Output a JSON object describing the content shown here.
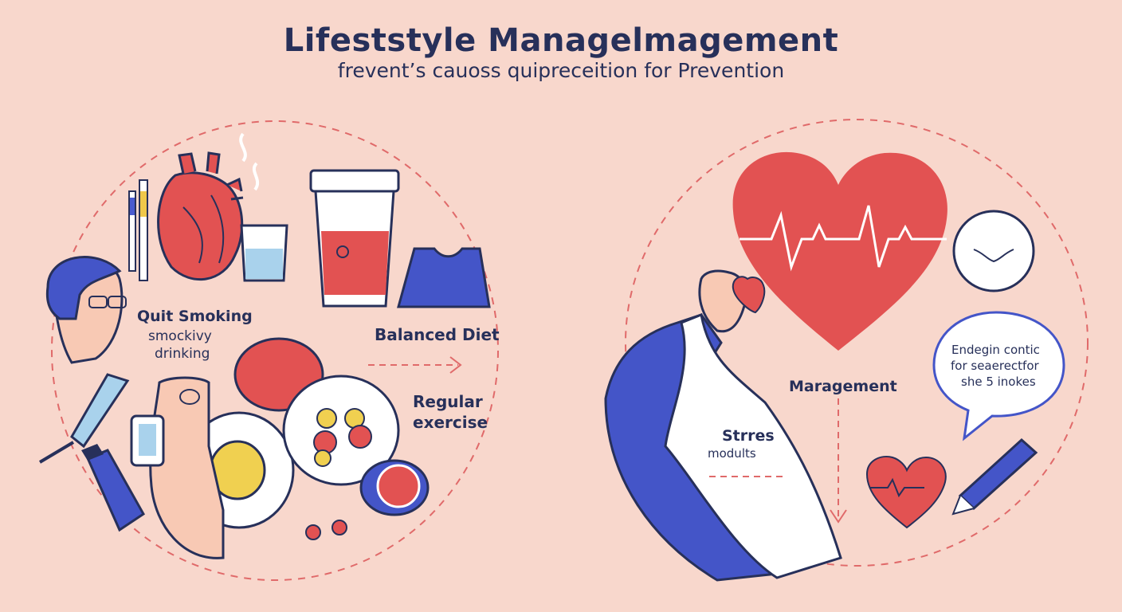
{
  "header": {
    "title": "Lifeststyle Managelmagement",
    "subtitle": "frevent’s cauoss quipreceition for Prevention"
  },
  "left_panel": {
    "quit_smoking": "Quit Smoking",
    "smoking_sub": "smockivy",
    "drinking": "drinking",
    "balanced_diet": "Balanced Diet",
    "regular": "Regular",
    "exercise": "exercise"
  },
  "right_panel": {
    "management": "Maragement",
    "stress": "Strres",
    "stress_sub": "modults",
    "bubble_line1": "Endegin contic",
    "bubble_line2": "for seaerectfor",
    "bubble_line3": "she 5 inokes"
  },
  "colors": {
    "background": "#f8d7cc",
    "navy": "#27305a",
    "red": "#e04848",
    "blue": "#4455c8",
    "yellow": "#f0d050"
  }
}
